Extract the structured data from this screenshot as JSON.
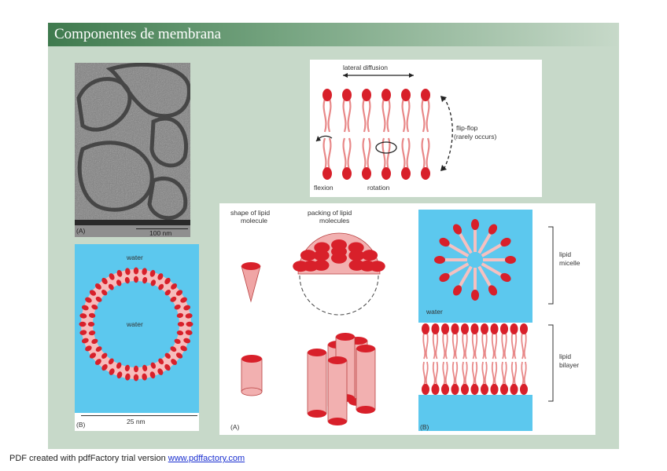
{
  "slide": {
    "title": "Componentes de membrana"
  },
  "micrograph": {
    "label": "(A)",
    "scale_bar": "100 nm"
  },
  "liposome": {
    "label": "(B)",
    "water_outside": "water",
    "water_inside": "water",
    "scale_bar": "25 nm"
  },
  "mobility": {
    "lateral_diffusion": "lateral diffusion",
    "flip_flop": "flip-flop",
    "rarely": "(rarely occurs)",
    "flexion": "flexion",
    "rotation": "rotation"
  },
  "packing": {
    "shape_label_1": "shape of lipid",
    "shape_label_2": "molecule",
    "packing_label_1": "packing of lipid",
    "packing_label_2": "molecules",
    "panel_a": "(A)",
    "panel_b": "(B)",
    "water": "water",
    "micelle_1": "lipid",
    "micelle_2": "micelle",
    "bilayer_1": "lipid",
    "bilayer_2": "bilayer"
  },
  "footer": {
    "prefix": "PDF created with pdfFactory trial version ",
    "link": "www.pdffactory.com"
  },
  "colors": {
    "slide_bg": "#c7d9c9",
    "title_bar": "#3f7a4e",
    "water": "#5cc8ee",
    "lipid_head": "#d8202a",
    "lipid_tail": "#e88888"
  }
}
